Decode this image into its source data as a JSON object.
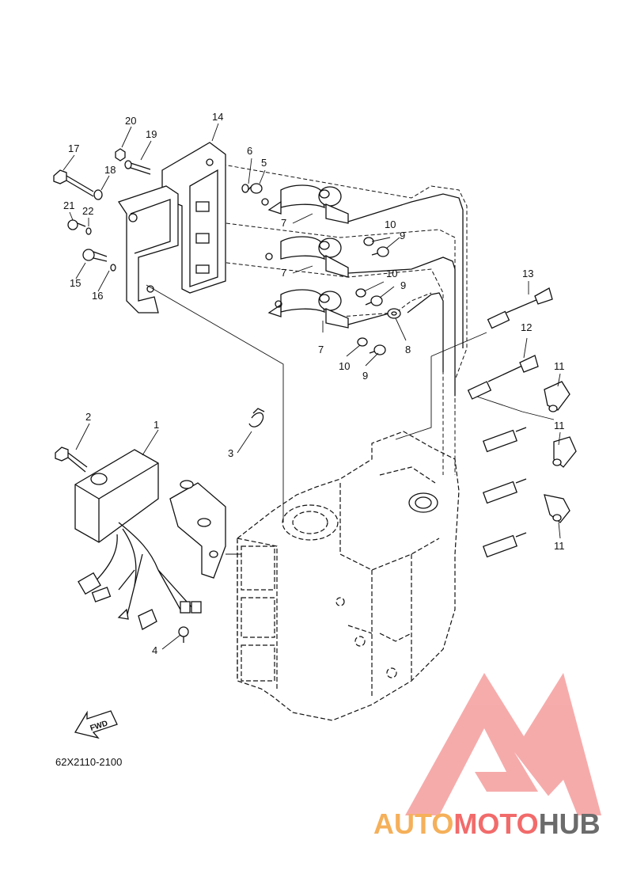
{
  "callouts": [
    "1",
    "2",
    "3",
    "4",
    "5",
    "6",
    "7",
    "7",
    "7",
    "8",
    "9",
    "9",
    "9",
    "10",
    "10",
    "10",
    "11",
    "11",
    "11",
    "12",
    "13",
    "14",
    "15",
    "16",
    "17",
    "18",
    "19",
    "20",
    "21",
    "22"
  ],
  "fwd_label": "FWD",
  "reference_code": "62X2110-2100",
  "watermark": {
    "part1": "AUTO",
    "part2": "MOTO",
    "part3": "HUB",
    "color_orange": "#f5b05a",
    "color_red": "#f26b6b",
    "color_gray": "#6b6b6b"
  }
}
